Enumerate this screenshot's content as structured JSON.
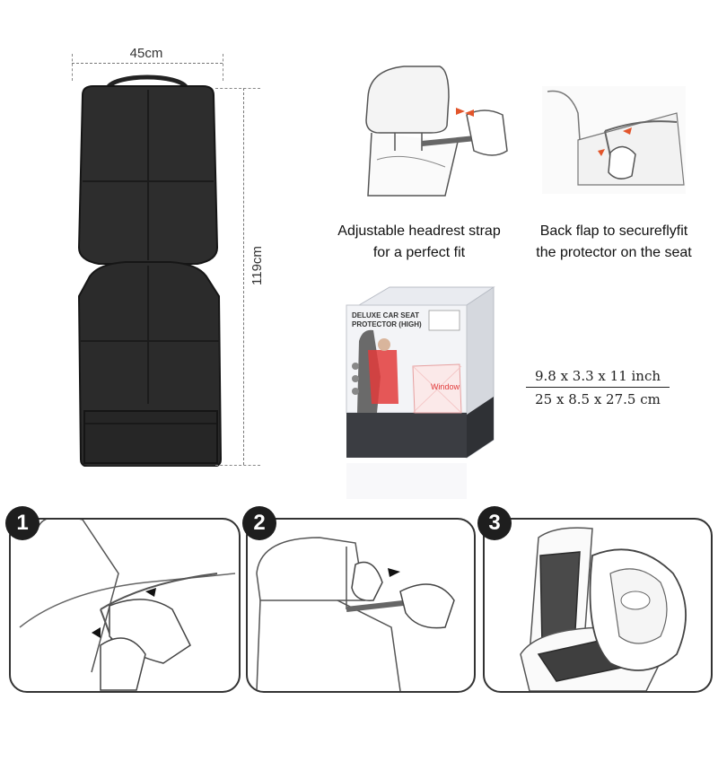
{
  "product": {
    "dimensions": {
      "width": "45cm",
      "height": "119cm"
    }
  },
  "features": [
    {
      "caption_line1": "Adjustable headrest strap",
      "caption_line2": "for a perfect fit"
    },
    {
      "caption_line1": "Back flap to secureflyfit",
      "caption_line2": "the protector on the seat"
    }
  ],
  "package": {
    "size_inch": "9.8 x 3.3 x 11 inch",
    "size_cm": "25 x 8.5 x 27.5 cm",
    "box_text": {
      "title_line1": "DELUXE CAR SEAT",
      "title_line2": "PROTECTOR (HIGH)",
      "window_label": "Window"
    },
    "colors": {
      "box_top": "#f3f4f7",
      "box_bottom": "#3b3d42",
      "accent": "#e23b3b"
    }
  },
  "steps": [
    {
      "number": "1"
    },
    {
      "number": "2"
    },
    {
      "number": "3"
    }
  ],
  "colors": {
    "mat": "#2b2b2b",
    "mat_edge": "#1a1a1a",
    "arrow": "#e2552b",
    "line": "#555555"
  }
}
